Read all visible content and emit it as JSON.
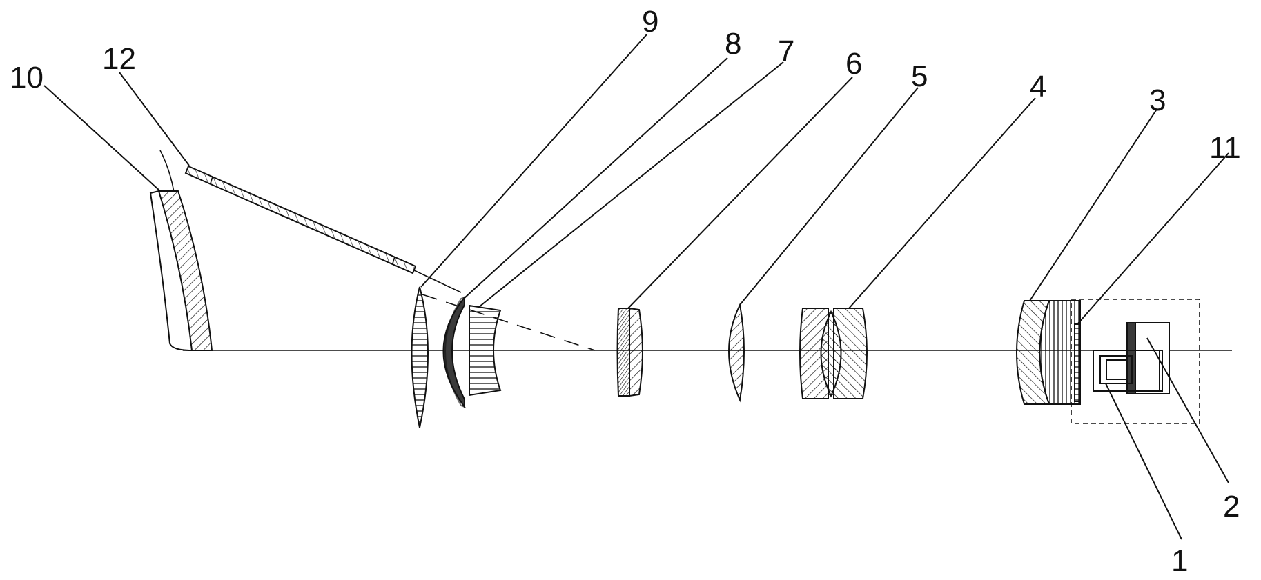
{
  "colors": {
    "ink": "#111111",
    "background": "#ffffff"
  },
  "labels": {
    "l1": "1",
    "l2": "2",
    "l3": "3",
    "l4": "4",
    "l5": "5",
    "l6": "6",
    "l7": "7",
    "l8": "8",
    "l9": "9",
    "l10": "10",
    "l11": "11",
    "l12": "12"
  }
}
